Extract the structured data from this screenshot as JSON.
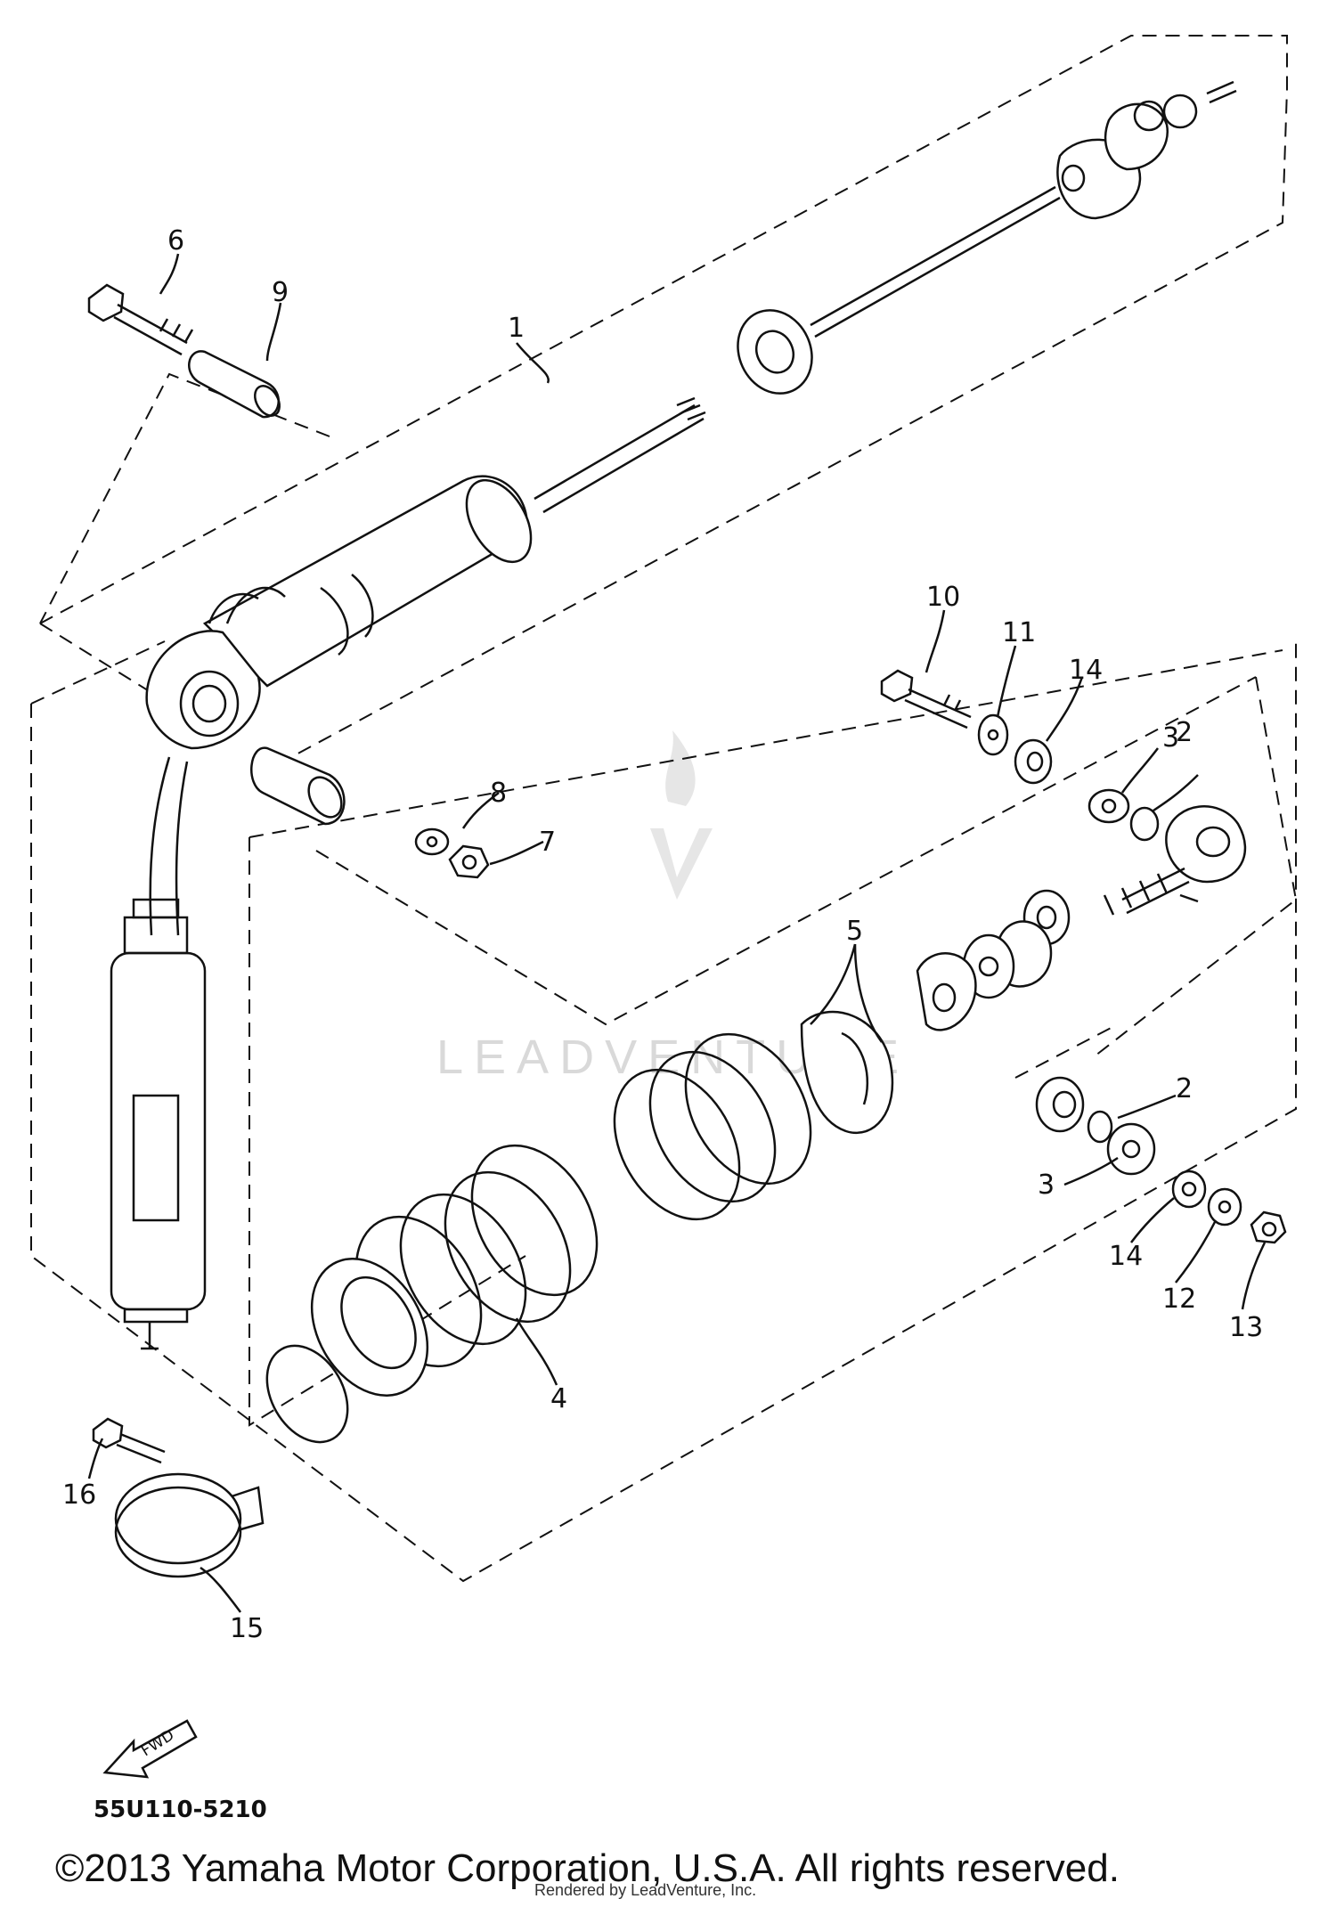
{
  "diagram": {
    "code": "55U110-5210",
    "fwd_label": "FWD",
    "watermark": "LEADVENTURE",
    "copyright": "©2013 Yamaha Motor Corporation, U.S.A. All rights reserved.",
    "rendered_by": "Rendered by LeadVenture, Inc."
  },
  "callouts": [
    {
      "id": "c1",
      "text": "1"
    },
    {
      "id": "c2a",
      "text": "2"
    },
    {
      "id": "c2b",
      "text": "2"
    },
    {
      "id": "c3a",
      "text": "3"
    },
    {
      "id": "c3b",
      "text": "3"
    },
    {
      "id": "c4",
      "text": "4"
    },
    {
      "id": "c5",
      "text": "5"
    },
    {
      "id": "c6",
      "text": "6"
    },
    {
      "id": "c7",
      "text": "7"
    },
    {
      "id": "c8",
      "text": "8"
    },
    {
      "id": "c9",
      "text": "9"
    },
    {
      "id": "c10",
      "text": "10"
    },
    {
      "id": "c11",
      "text": "11"
    },
    {
      "id": "c12",
      "text": "12"
    },
    {
      "id": "c13",
      "text": "13"
    },
    {
      "id": "c14a",
      "text": "14"
    },
    {
      "id": "c14b",
      "text": "14"
    },
    {
      "id": "c15",
      "text": "15"
    },
    {
      "id": "c16",
      "text": "16"
    }
  ]
}
